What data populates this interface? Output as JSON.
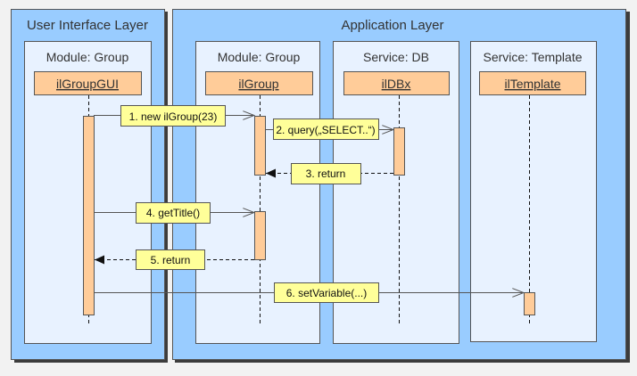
{
  "layers": {
    "ui": {
      "title": "User Interface Layer"
    },
    "app": {
      "title": "Application Layer"
    }
  },
  "modules": [
    {
      "title": "Module: Group",
      "object": "ilGroupGUI"
    },
    {
      "title": "Module: Group",
      "object": "ilGroup"
    },
    {
      "title": "Service: DB",
      "object": "ilDBx"
    },
    {
      "title": "Service: Template",
      "object": "ilTemplate"
    }
  ],
  "messages": [
    {
      "label": "1. new ilGroup(23)",
      "kind": "call"
    },
    {
      "label": "2. query(„SELECT..“)",
      "kind": "call"
    },
    {
      "label": "3. return",
      "kind": "return"
    },
    {
      "label": "4. getTitle()",
      "kind": "call"
    },
    {
      "label": "5. return",
      "kind": "return"
    },
    {
      "label": "6. setVariable(...)",
      "kind": "call"
    }
  ],
  "colors": {
    "layer": "#99ccff",
    "module": "#e8f2ff",
    "object": "#ffcc99",
    "note": "#ffff99",
    "shadow": "#3c3c3c"
  }
}
